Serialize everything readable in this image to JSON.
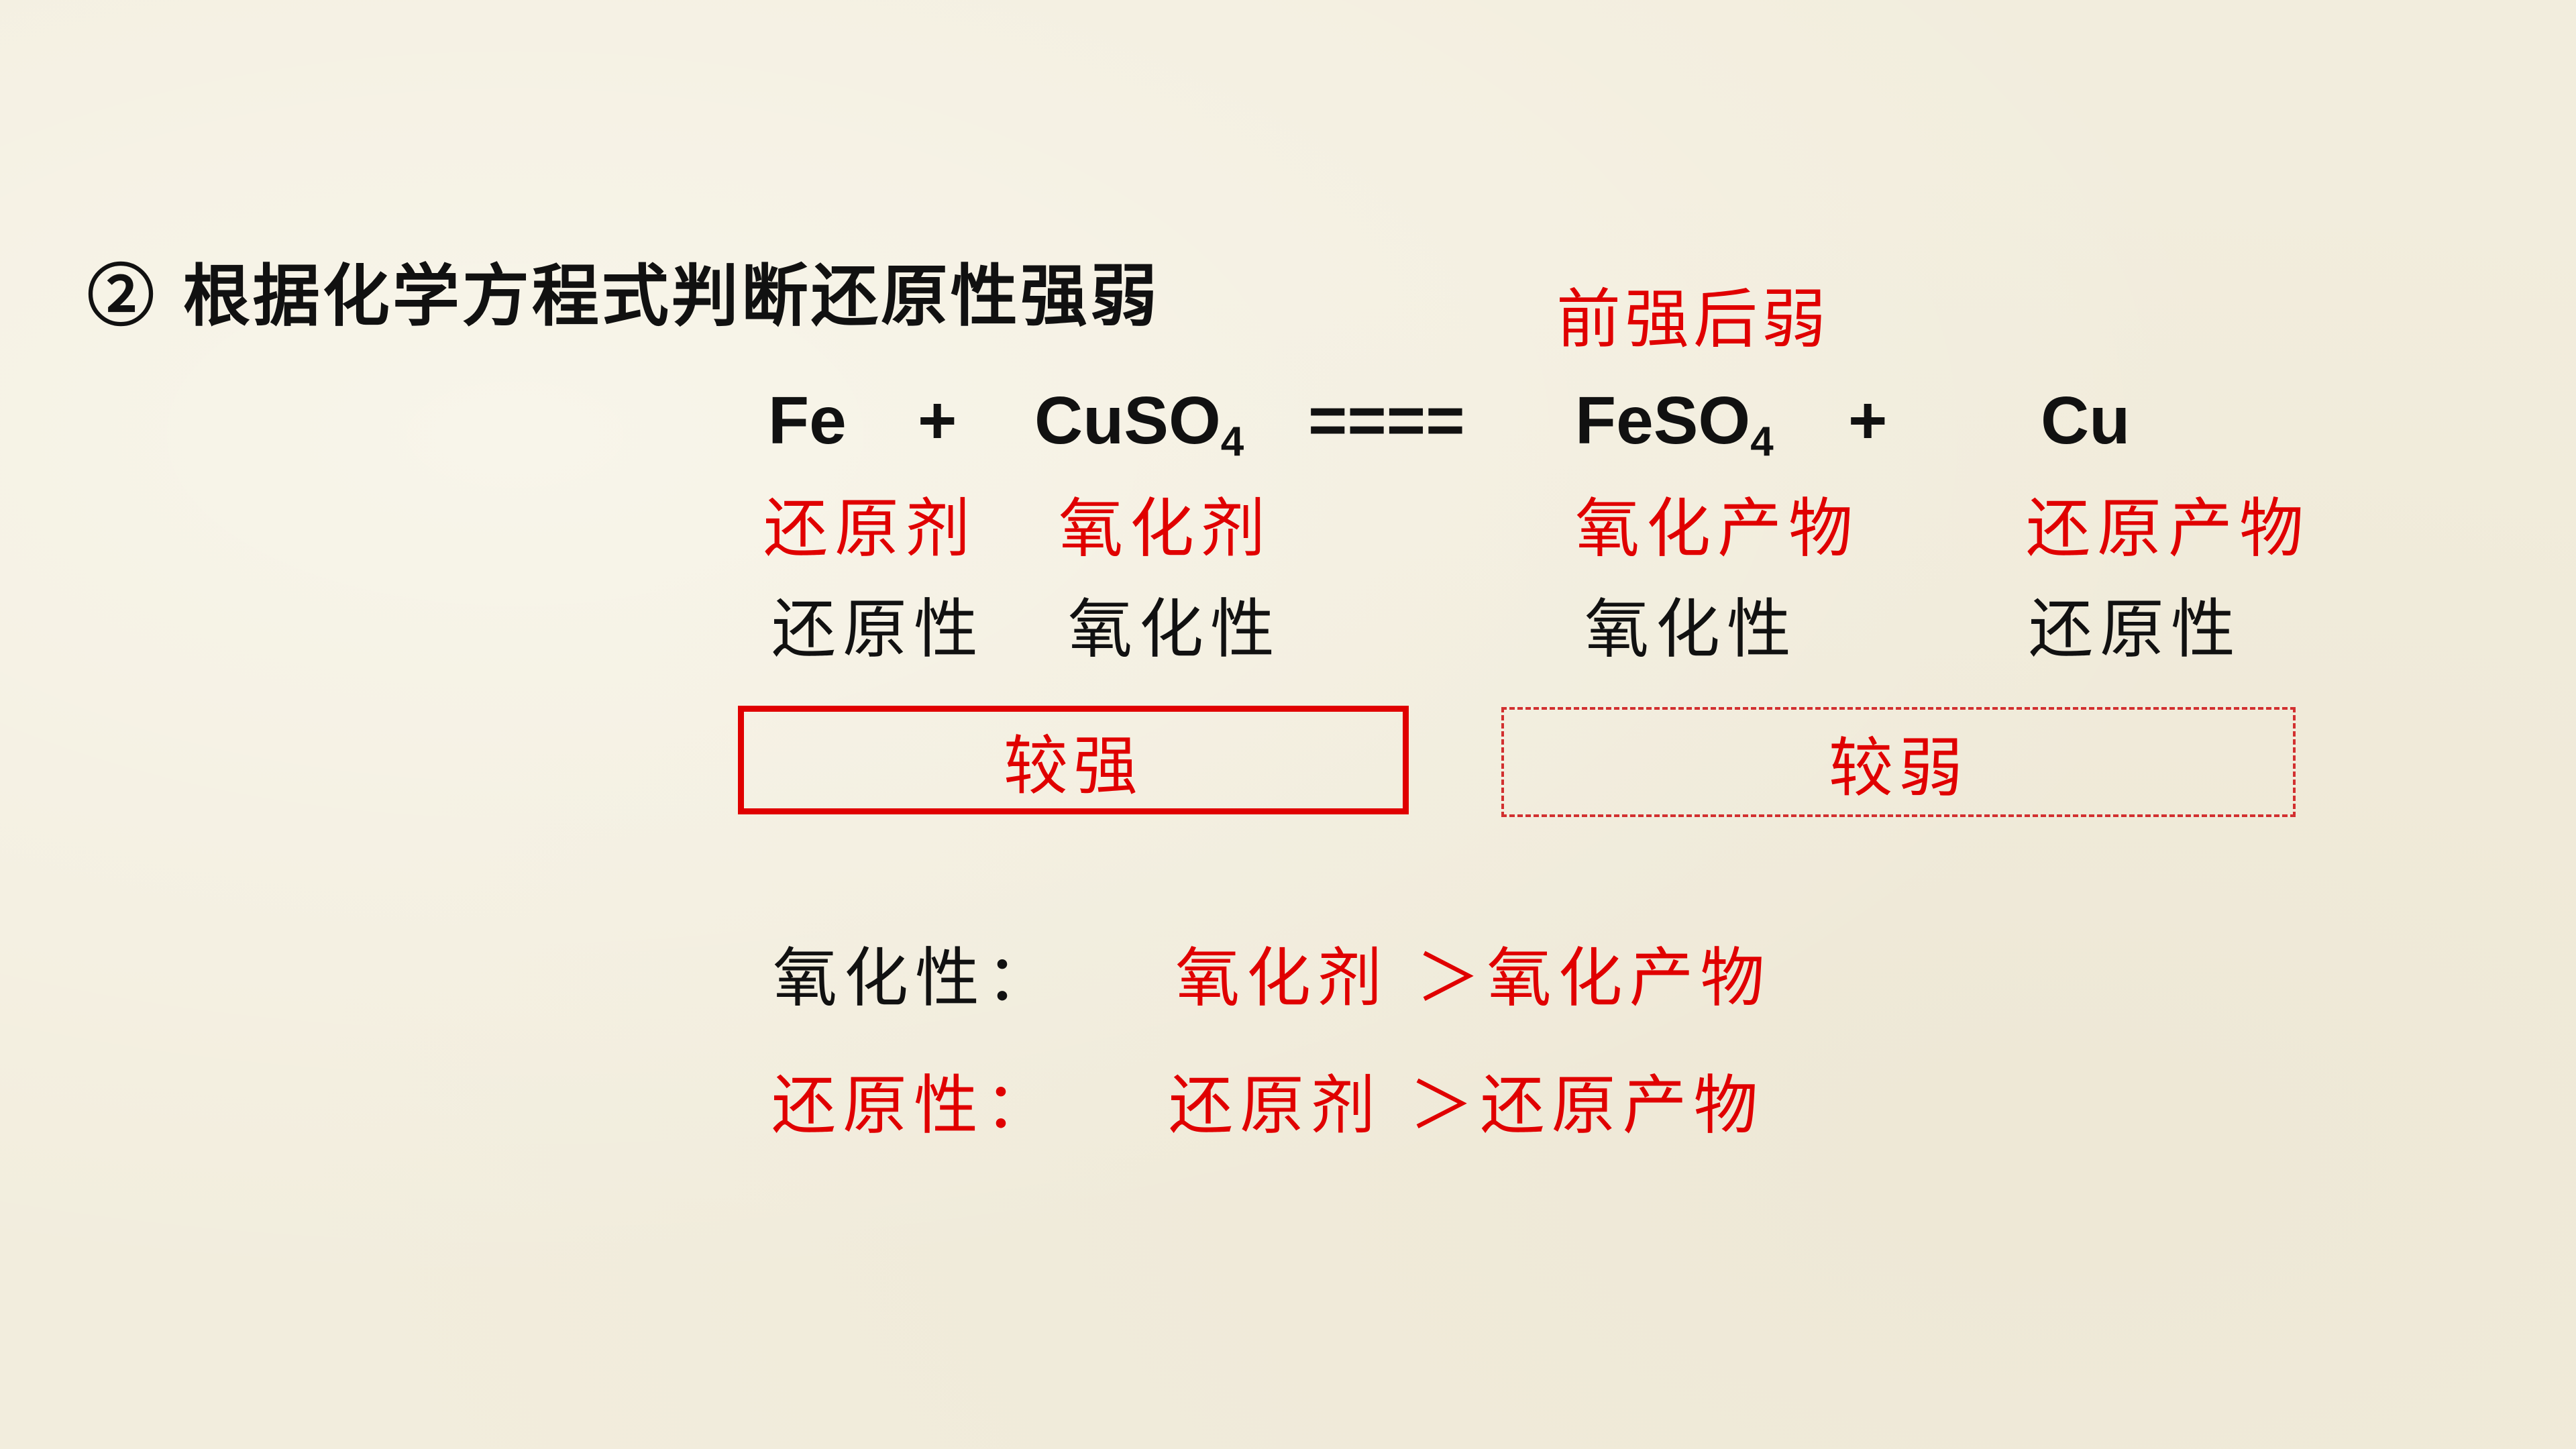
{
  "heading": "② 根据化学方程式判断还原性强弱",
  "note": "前强后弱",
  "equation": {
    "fe": "Fe",
    "plus1": "+",
    "cuso": "CuSO",
    "cuso_sub": "4",
    "equals": "====",
    "feso": "FeSO",
    "feso_sub": "4",
    "plus2": "+",
    "cu": "Cu"
  },
  "roles": {
    "fe": "还原剂",
    "cuso4": "氧化剂",
    "feso4": "氧化产物",
    "cu": "还原产物"
  },
  "properties": {
    "fe": "还原性",
    "cuso4": "氧化性",
    "feso4": "氧化性",
    "cu": "还原性"
  },
  "boxes": {
    "strong": "较强",
    "weak": "较弱"
  },
  "conclusions": {
    "oxidizing_label": "氧化性：",
    "oxidizing_value": "氧化剂 ＞氧化产物",
    "reducing_label": "还原性：",
    "reducing_value": "还原剂 ＞还原产物"
  },
  "colors": {
    "accent_red": "#e00000",
    "text": "#111111",
    "background": "#f2eddd"
  }
}
